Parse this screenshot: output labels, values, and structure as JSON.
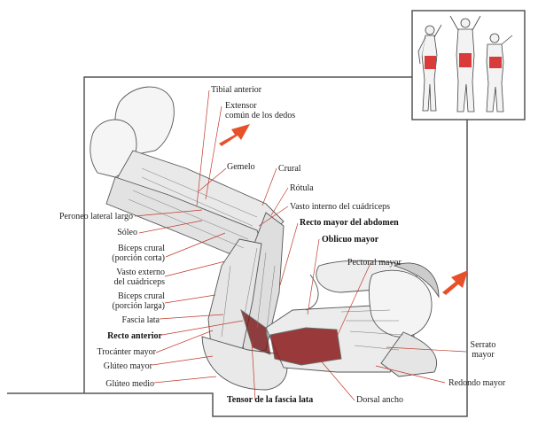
{
  "colors": {
    "frame": "#555555",
    "leader": "#c0392b",
    "muscle_highlight": "#8b1a1a",
    "thumb_muscle": "#d93a3a",
    "arrow": "#e8502a"
  },
  "labels": {
    "tibial_anterior": "Tibial anterior",
    "extensor_line1": "Extensor",
    "extensor_line2": "común de los dedos",
    "gemelo": "Gemelo",
    "crural": "Crural",
    "rotula": "Rótula",
    "vasto_interno": "Vasto interno del cuádriceps",
    "recto_mayor": "Recto mayor del abdomen",
    "oblicuo_mayor": "Oblicuo mayor",
    "pectoral_mayor": "Pectoral mayor",
    "peroneo": "Peroneo lateral largo",
    "soleo": "Sóleo",
    "biceps_corta_1": "Bíceps crural",
    "biceps_corta_2": "(porción corta)",
    "vasto_externo_1": "Vasto externo",
    "vasto_externo_2": "del cuádriceps",
    "biceps_larga_1": "Bíceps crural",
    "biceps_larga_2": "(porción larga)",
    "fascia_lata": "Fascia lata",
    "recto_anterior": "Recto anterior",
    "trocanter": "Trocánter mayor",
    "gluteo_mayor": "Glúteo mayor",
    "gluteo_medio": "Glúteo medio",
    "tensor": "Tensor de la fascia lata",
    "dorsal_ancho": "Dorsal ancho",
    "redondo_mayor": "Redondo mayor",
    "serrato_1": "Serrato",
    "serrato_2": "mayor"
  }
}
